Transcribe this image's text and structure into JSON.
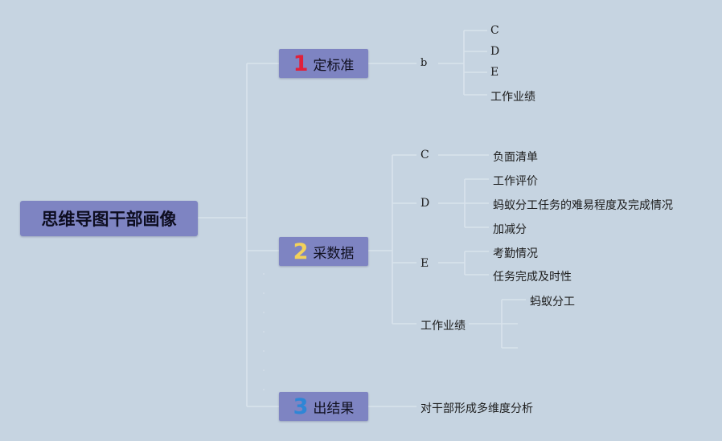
{
  "root": {
    "label": "思维导图干部画像"
  },
  "branches": [
    {
      "number": "1",
      "number_color": "#e0203a",
      "label": "定标准",
      "children": [
        {
          "label": "b",
          "children": [
            "C",
            "D",
            "E",
            "工作业绩"
          ]
        }
      ]
    },
    {
      "number": "2",
      "number_color": "#f3d25a",
      "label": "采数据",
      "children": [
        {
          "label": "C",
          "children": [
            "负面清单"
          ]
        },
        {
          "label": "D",
          "children": [
            "工作评价",
            "蚂蚁分工任务的难易程度及完成情况",
            "加减分"
          ]
        },
        {
          "label": "E",
          "children": [
            "考勤情况",
            "任务完成及时性"
          ]
        },
        {
          "label": "工作业绩",
          "children": [
            "蚂蚁分工"
          ]
        }
      ]
    },
    {
      "number": "3",
      "number_color": "#2e86d6",
      "label": "出结果",
      "children": [
        {
          "label": "对干部形成多维度分析",
          "children": []
        }
      ]
    }
  ]
}
